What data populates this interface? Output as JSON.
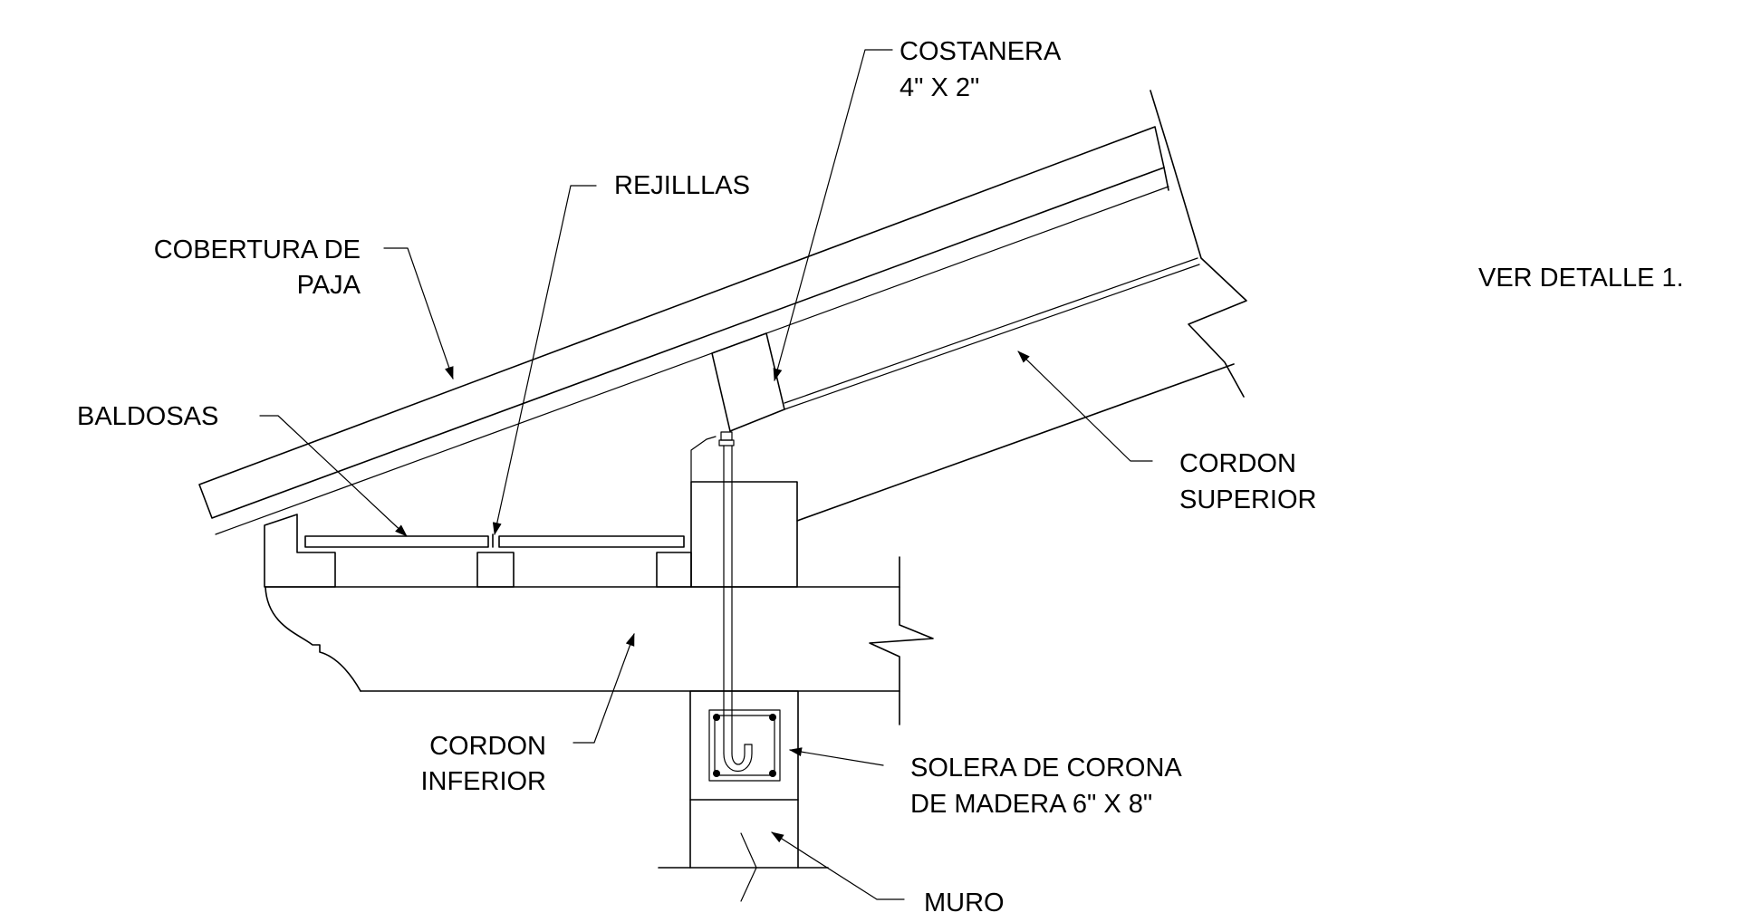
{
  "diagram": {
    "labels": {
      "costanera_line1": "COSTANERA",
      "costanera_line2": "4\" X 2\"",
      "rejillas": "REJILLLAS",
      "cobertura_line1": "COBERTURA DE",
      "cobertura_line2": "PAJA",
      "baldosas": "BALDOSAS",
      "ver_detalle": "VER DETALLE 1.",
      "cordon_superior_line1": "CORDON",
      "cordon_superior_line2": "SUPERIOR",
      "cordon_inferior_line1": "CORDON",
      "cordon_inferior_line2": "INFERIOR",
      "solera_line1": "SOLERA DE CORONA",
      "solera_line2": "DE MADERA 6\" X 8\"",
      "muro": "MURO"
    },
    "colors": {
      "line": "#000000",
      "background": "#ffffff"
    }
  }
}
